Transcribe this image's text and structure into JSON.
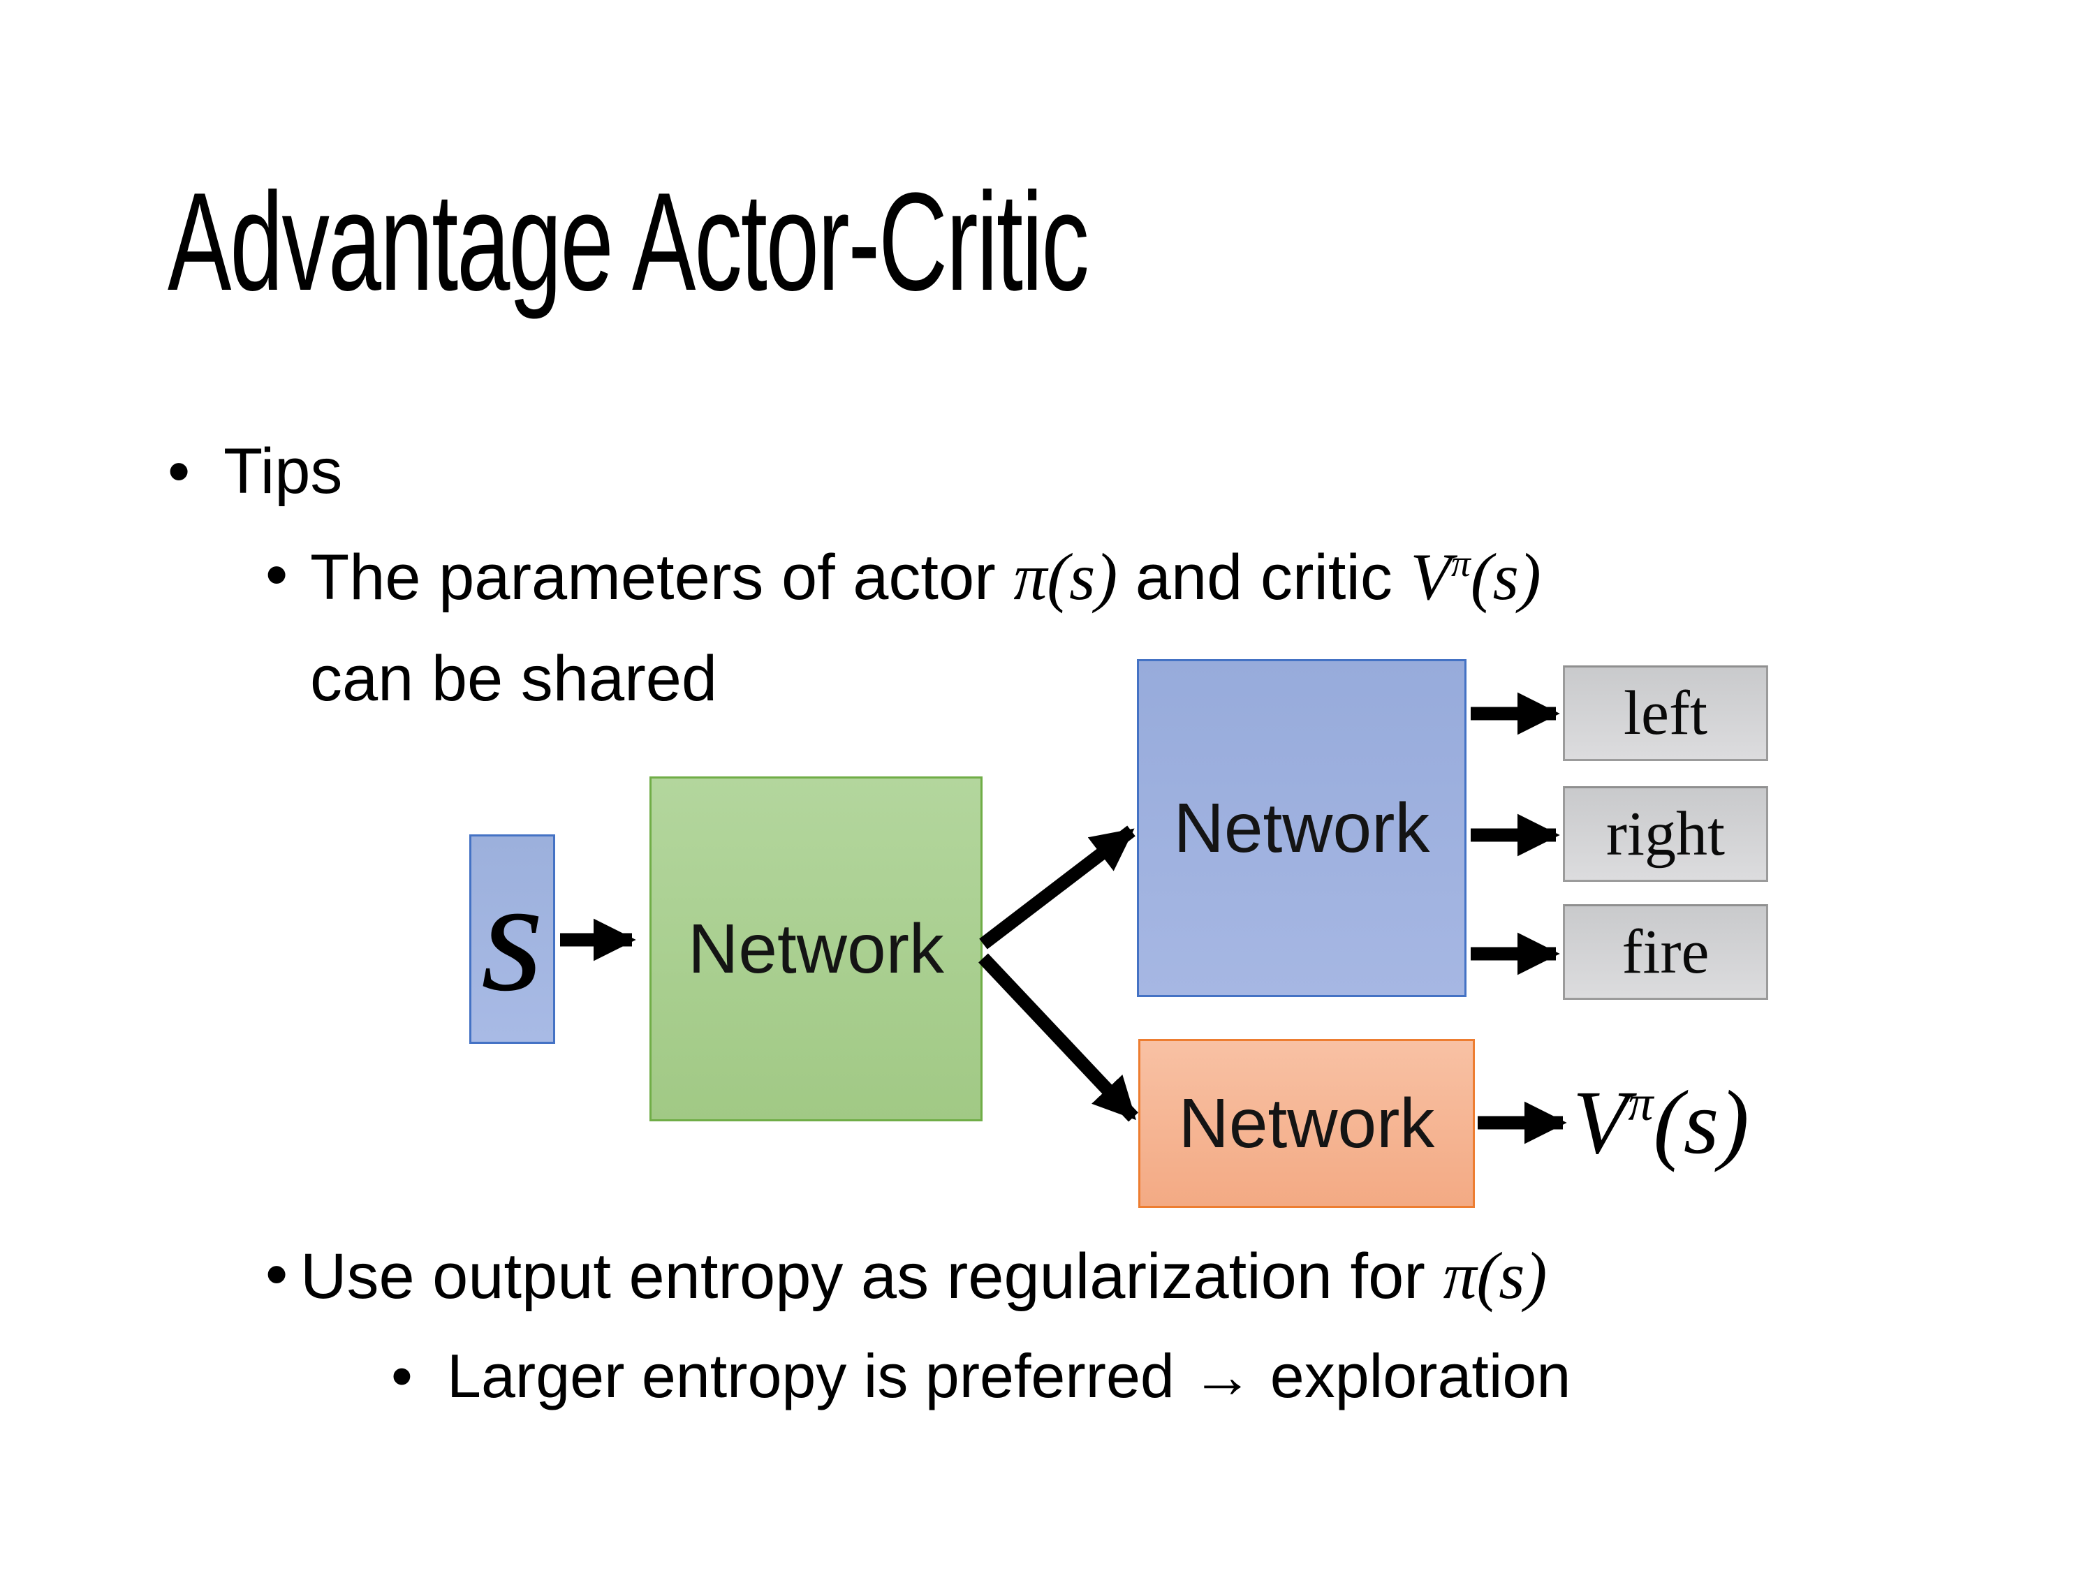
{
  "slide": {
    "title": "Advantage Actor-Critic",
    "bullet_char": "•",
    "tips_label": "Tips",
    "tip_shared": {
      "pre": "The parameters of actor ",
      "actor_math": "π(s)",
      "mid": " and critic ",
      "critic_V": "V",
      "critic_sup": "π",
      "critic_args": "(s)",
      "line2": "can be shared"
    },
    "tip_entropy": {
      "pre": "Use output entropy as regularization for ",
      "pi_math": "π(s)"
    },
    "tip_exploration": "Larger entropy is preferred → exploration"
  },
  "diagram": {
    "state_label": "s",
    "shared_network_label": "Network",
    "actor_network_label": "Network",
    "critic_network_label": "Network",
    "actions": [
      "left",
      "right",
      "fire"
    ],
    "critic_output": {
      "V": "V",
      "sup": "π",
      "args": "(s)"
    },
    "colors": {
      "blue_fill": "#9fb3de",
      "blue_border": "#4472c4",
      "green_fill": "#a8cf8e",
      "green_border": "#70ad47",
      "orange_fill": "#f6b493",
      "orange_border": "#ed7d31",
      "gray_fill": "#d2d3d4",
      "gray_border": "#9b9b9b",
      "arrow": "#000000",
      "text": "#000000"
    }
  }
}
